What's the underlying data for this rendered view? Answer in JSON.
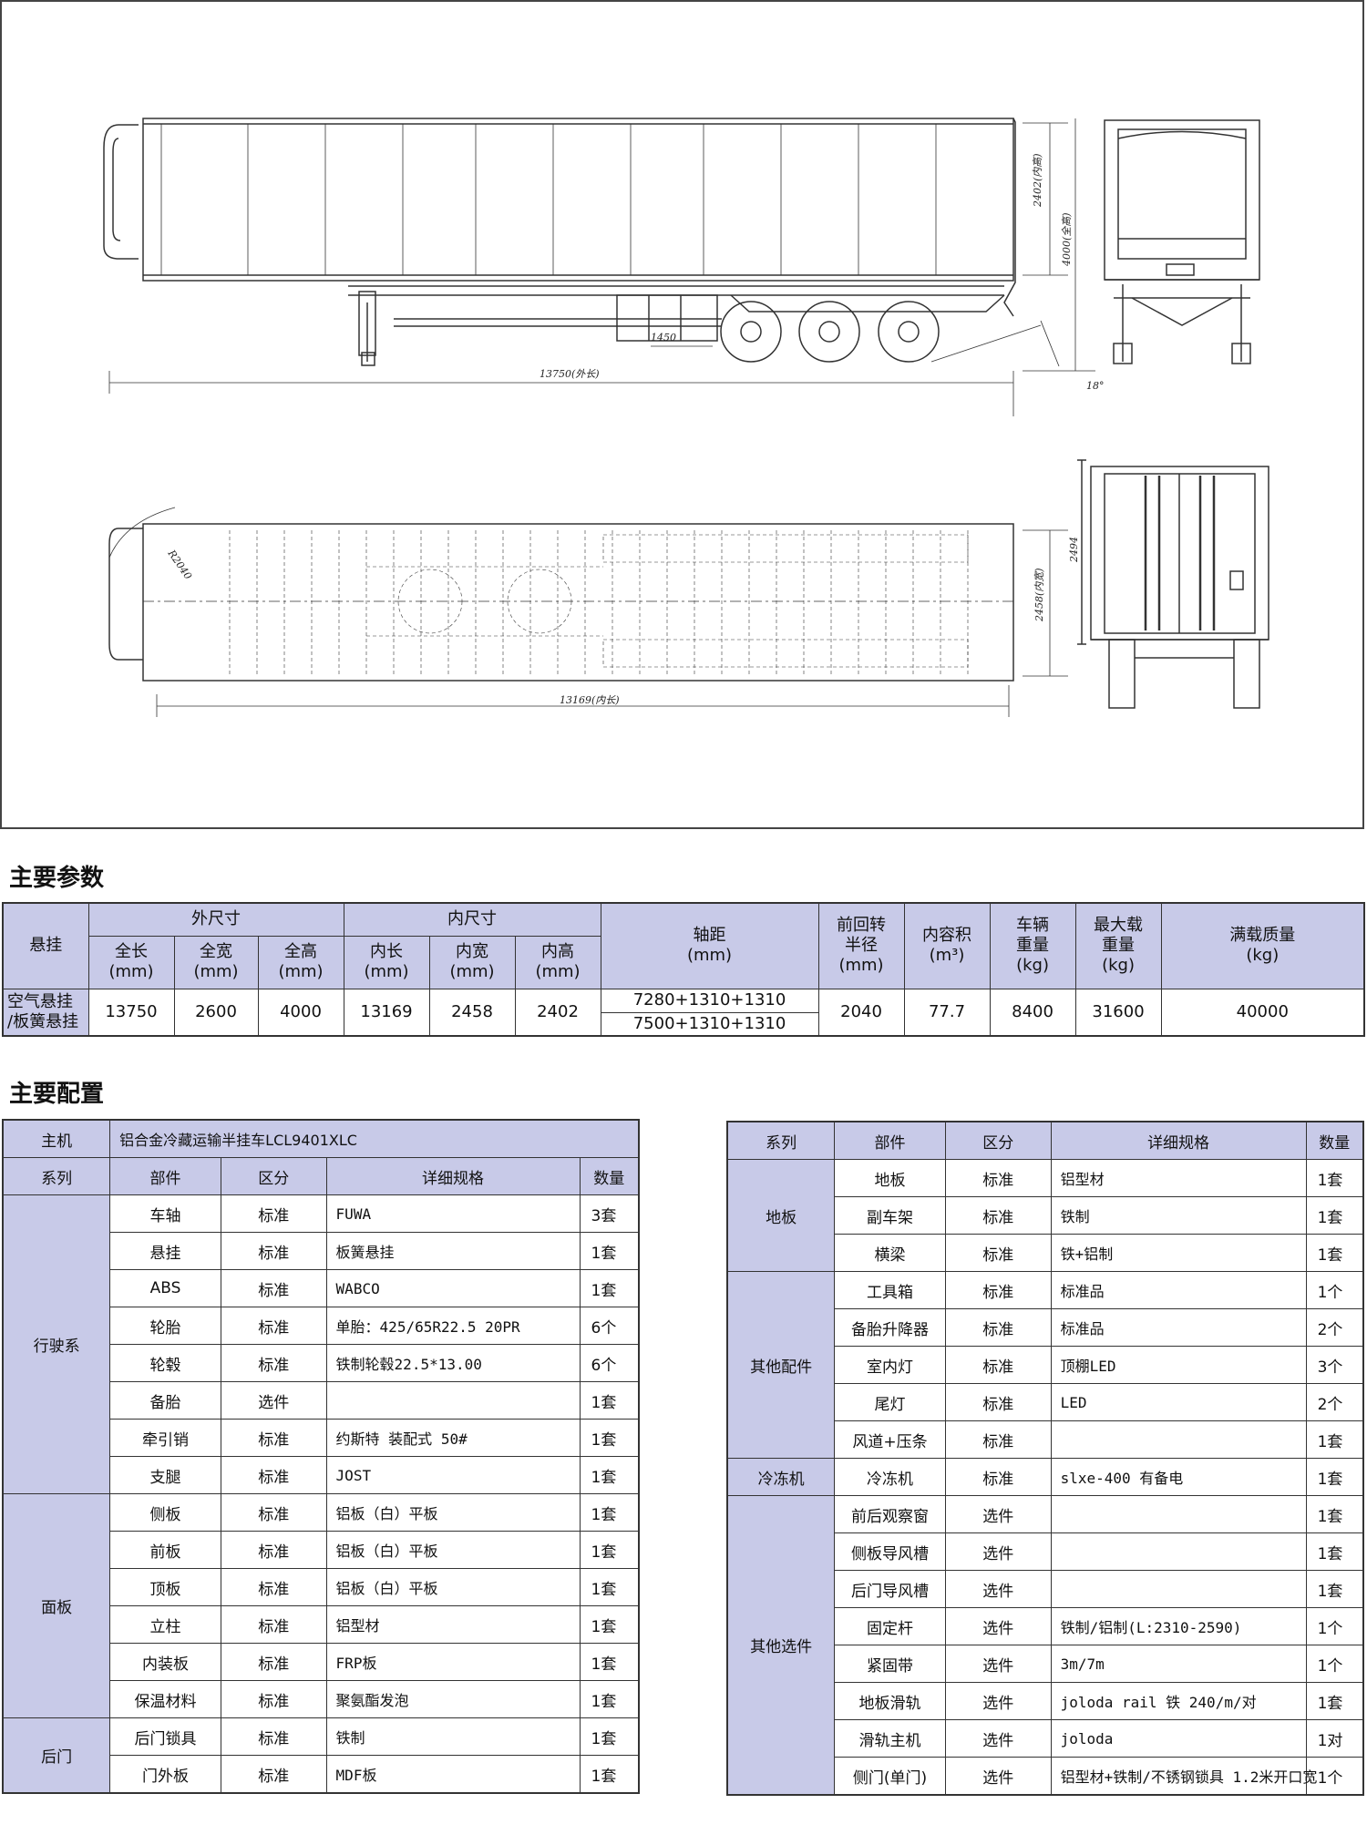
{
  "drawing": {
    "dim_length_total": "13750(外长)",
    "dim_inner_length": "13169(内长)",
    "dim_height_inner": "2402(内高)",
    "dim_height_total": "4000(全高)",
    "dim_axle_gap": "1450",
    "dim_radius": "R2040",
    "dim_inner_width": "2458(内宽)",
    "dim_width": "2494",
    "dim_angle": "18°"
  },
  "params": {
    "title": "主要参数",
    "h_suspension": "悬挂",
    "h_outer": "外尺寸",
    "h_inner": "内尺寸",
    "h_wheelbase": "轴距",
    "h_wheelbase_unit": "(mm)",
    "h_turn": "前回转半径",
    "h_turn_unit": "(mm)",
    "h_volume": "内容积",
    "h_volume_unit": "(m³)",
    "h_weight": "车辆重量",
    "h_weight_unit": "(kg)",
    "h_maxload": "最大载重量",
    "h_maxload_unit": "(kg)",
    "h_fullmass": "满载质量",
    "h_fullmass_unit": "(kg)",
    "h_len": "全长",
    "h_wid": "全宽",
    "h_hei": "全高",
    "h_ilen": "内长",
    "h_iwid": "内宽",
    "h_ihei": "内高",
    "unit_mm": "(mm)",
    "suspension_1": "空气悬挂",
    "suspension_2": "/板簧悬挂",
    "length": "13750",
    "width": "2600",
    "height": "4000",
    "inner_length": "13169",
    "inner_width": "2458",
    "inner_height": "2402",
    "wheelbase_1": "7280+1310+1310",
    "wheelbase_2": "7500+1310+1310",
    "turn_radius": "2040",
    "volume": "77.7",
    "weight": "8400",
    "max_load": "31600",
    "full_mass": "40000"
  },
  "config": {
    "title": "主要配置",
    "main_label": "主机",
    "main_value": "铝合金冷藏运输半挂车LCL9401XLC",
    "h_system": "系列",
    "h_part": "部件",
    "h_class": "区分",
    "h_spec": "详细规格",
    "h_qty": "数量",
    "left": [
      {
        "system": "行驶系",
        "rows": [
          [
            "车轴",
            "标准",
            "FUWA",
            "3套"
          ],
          [
            "悬挂",
            "标准",
            "板簧悬挂",
            "1套"
          ],
          [
            "ABS",
            "标准",
            "WABCO",
            "1套"
          ],
          [
            "轮胎",
            "标准",
            "单胎：425/65R22.5 20PR",
            "6个"
          ],
          [
            "轮毂",
            "标准",
            "铁制轮毂22.5*13.00",
            "6个"
          ],
          [
            "备胎",
            "选件",
            "",
            "1套"
          ],
          [
            "牵引销",
            "标准",
            "约斯特 装配式 50#",
            "1套"
          ],
          [
            "支腿",
            "标准",
            "JOST",
            "1套"
          ]
        ]
      },
      {
        "system": "面板",
        "rows": [
          [
            "侧板",
            "标准",
            "铝板（白）平板",
            "1套"
          ],
          [
            "前板",
            "标准",
            "铝板（白）平板",
            "1套"
          ],
          [
            "顶板",
            "标准",
            "铝板（白）平板",
            "1套"
          ],
          [
            "立柱",
            "标准",
            "铝型材",
            "1套"
          ],
          [
            "内装板",
            "标准",
            "FRP板",
            "1套"
          ],
          [
            "保温材料",
            "标准",
            "聚氨酯发泡",
            "1套"
          ]
        ]
      },
      {
        "system": "后门",
        "rows": [
          [
            "后门锁具",
            "标准",
            "铁制",
            "1套"
          ],
          [
            "门外板",
            "标准",
            "MDF板",
            "1套"
          ]
        ]
      }
    ],
    "right": [
      {
        "system": "地板",
        "rows": [
          [
            "地板",
            "标准",
            "铝型材",
            "1套"
          ],
          [
            "副车架",
            "标准",
            "铁制",
            "1套"
          ],
          [
            "横梁",
            "标准",
            "铁+铝制",
            "1套"
          ]
        ]
      },
      {
        "system": "其他配件",
        "rows": [
          [
            "工具箱",
            "标准",
            "标准品",
            "1个"
          ],
          [
            "备胎升降器",
            "标准",
            "标准品",
            "2个"
          ],
          [
            "室内灯",
            "标准",
            "顶棚LED",
            "3个"
          ],
          [
            "尾灯",
            "标准",
            "LED",
            "2个"
          ],
          [
            "风道+压条",
            "标准",
            "",
            "1套"
          ]
        ]
      },
      {
        "system": "冷冻机",
        "rows": [
          [
            "冷冻机",
            "标准",
            "slxe-400 有备电",
            "1套"
          ]
        ]
      },
      {
        "system": "其他选件",
        "rows": [
          [
            "前后观察窗",
            "选件",
            "",
            "1套"
          ],
          [
            "侧板导风槽",
            "选件",
            "",
            "1套"
          ],
          [
            "后门导风槽",
            "选件",
            "",
            "1套"
          ],
          [
            "固定杆",
            "选件",
            "铁制/铝制(L:2310-2590)",
            "1个"
          ],
          [
            "紧固带",
            "选件",
            "3m/7m",
            "1个"
          ],
          [
            "地板滑轨",
            "选件",
            "joloda rail 铁 240/m/对",
            "1套"
          ],
          [
            "滑轨主机",
            "选件",
            "joloda",
            "1对"
          ],
          [
            "侧门(单门)",
            "选件",
            "铝型材+铁制/不锈钢锁具 1.2米开口宽",
            "1个"
          ]
        ]
      }
    ]
  }
}
